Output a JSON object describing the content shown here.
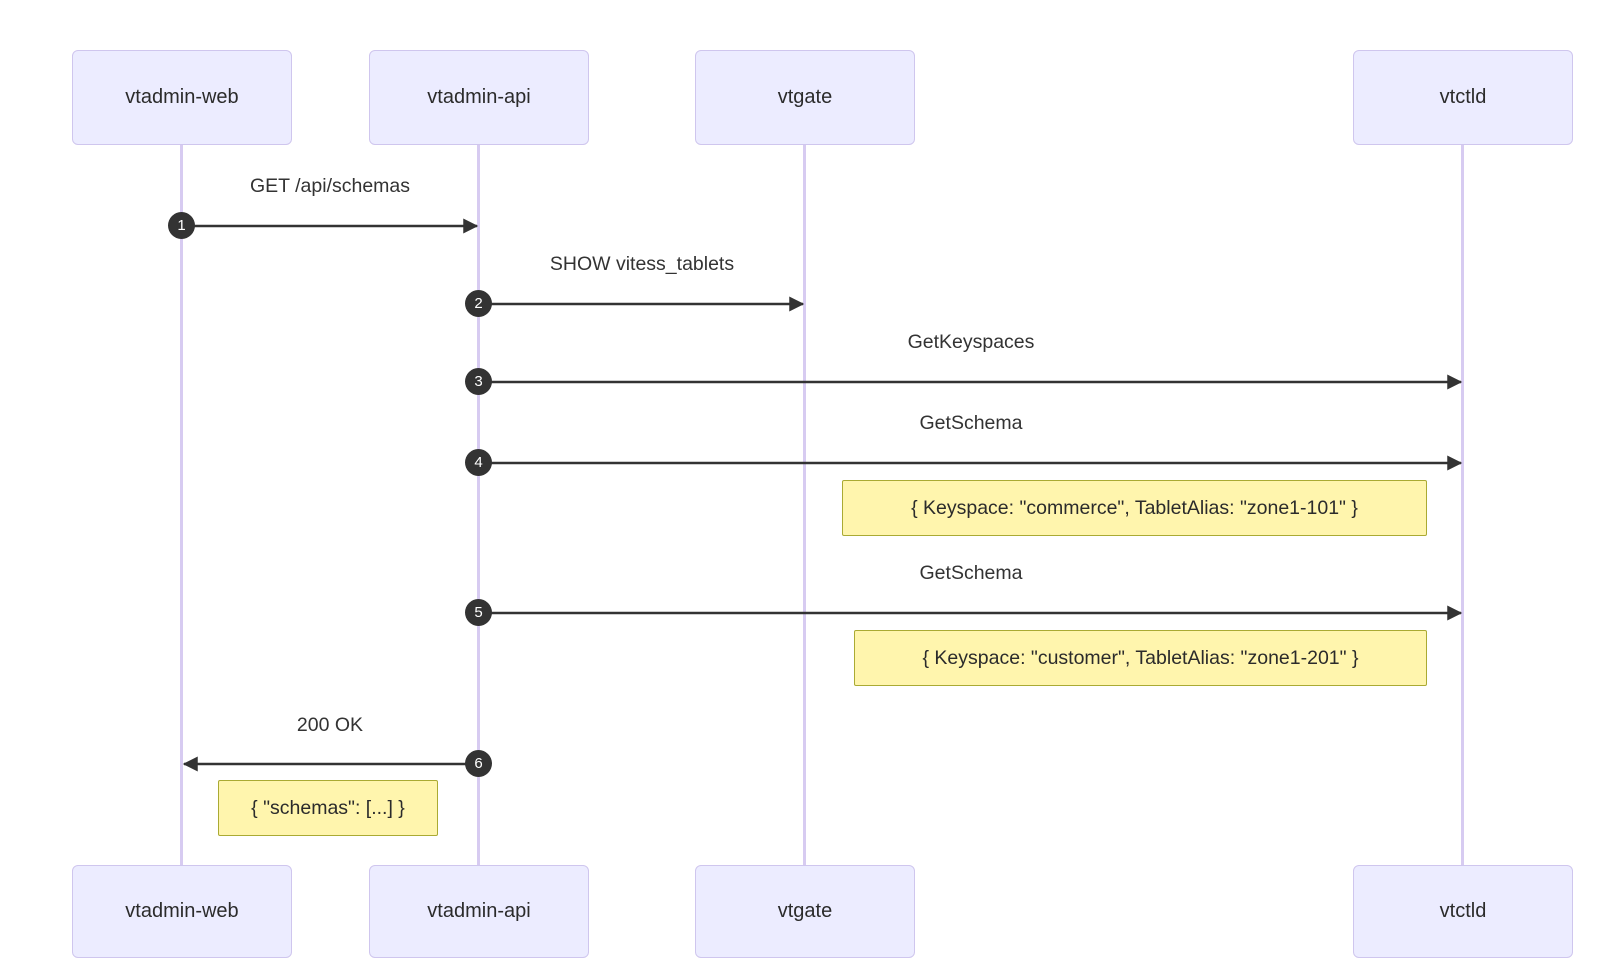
{
  "diagram": {
    "type": "sequence-diagram",
    "background": "#ffffff"
  },
  "colors": {
    "actor_fill": "#ECECFF",
    "actor_border": "#CFC6EE",
    "lifeline": "#D7CBF1",
    "arrow": "#333333",
    "sequence_number_fill": "#333333",
    "sequence_number_text": "#ffffff",
    "note_fill": "#FFF5AD",
    "note_border": "#AAAA33",
    "text": "#2b2b2b"
  },
  "actors": [
    {
      "label": "vtadmin-web"
    },
    {
      "label": "vtadmin-api"
    },
    {
      "label": "vtgate"
    },
    {
      "label": "vtctld"
    }
  ],
  "messages": [
    {
      "num": "1",
      "from": "vtadmin-web",
      "to": "vtadmin-api",
      "label": "GET /api/schemas"
    },
    {
      "num": "2",
      "from": "vtadmin-api",
      "to": "vtgate",
      "label": "SHOW vitess_tablets"
    },
    {
      "num": "3",
      "from": "vtadmin-api",
      "to": "vtctld",
      "label": "GetKeyspaces"
    },
    {
      "num": "4",
      "from": "vtadmin-api",
      "to": "vtctld",
      "label": "GetSchema"
    },
    {
      "num": "5",
      "from": "vtadmin-api",
      "to": "vtctld",
      "label": "GetSchema"
    },
    {
      "num": "6",
      "from": "vtadmin-api",
      "to": "vtadmin-web",
      "label": "200 OK"
    }
  ],
  "notes": [
    {
      "text": "{ Keyspace: \"commerce\", TabletAlias: \"zone1-101\" }"
    },
    {
      "text": "{ Keyspace: \"customer\", TabletAlias: \"zone1-201\" }"
    },
    {
      "text": "{ \"schemas\": [...] }"
    }
  ]
}
